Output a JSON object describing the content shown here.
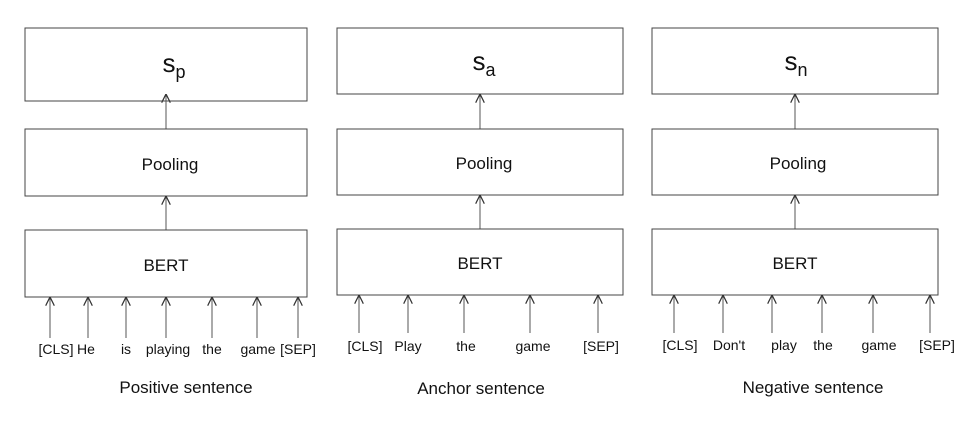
{
  "columns": [
    {
      "output_base": "s",
      "output_sub": "p",
      "pooling_label": "Pooling",
      "encoder_label": "BERT",
      "tokens": [
        "[CLS]",
        "He",
        "is",
        "playing",
        "the",
        "game",
        "[SEP]"
      ],
      "caption": "Positive sentence"
    },
    {
      "output_base": "s",
      "output_sub": "a",
      "pooling_label": "Pooling",
      "encoder_label": "BERT",
      "tokens": [
        "[CLS]",
        "Play",
        "the",
        "game",
        "[SEP]"
      ],
      "caption": "Anchor sentence"
    },
    {
      "output_base": "s",
      "output_sub": "n",
      "pooling_label": "Pooling",
      "encoder_label": "BERT",
      "tokens": [
        "[CLS]",
        "Don't",
        "play",
        "the",
        "game",
        "[SEP]"
      ],
      "caption": "Negative sentence"
    }
  ]
}
